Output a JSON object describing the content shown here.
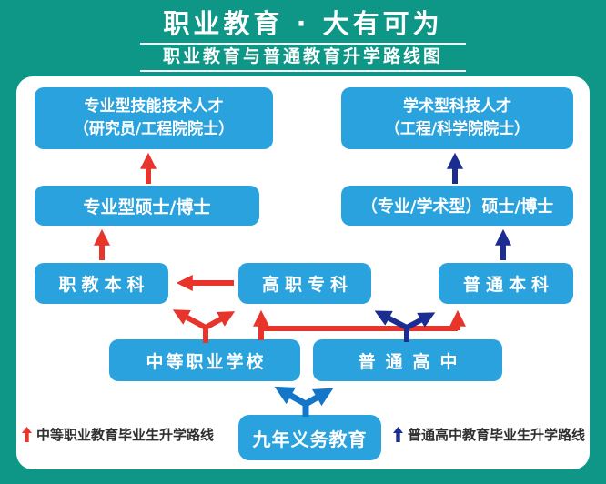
{
  "poster": {
    "title": "职业教育 · 大有可为",
    "subtitle": "职业教育与普通教育升学路线图"
  },
  "boxes": {
    "professional_talent": {
      "line1": "专业型技能技术人才",
      "line2": "（研究员/工程院院士）"
    },
    "academic_talent": {
      "line1": "学术型科技人才",
      "line2": "（工程/科学院院士）"
    },
    "professional_postgrad": {
      "label": "专业型硕士/博士"
    },
    "mixed_postgrad": {
      "label": "（专业/学术型）硕士/博士"
    },
    "vocational_undergraduate": {
      "label": "职教本科"
    },
    "higher_vocational_college": {
      "label": "高职专科"
    },
    "general_undergraduate": {
      "label": "普通本科"
    },
    "secondary_vocational_school": {
      "label": "中等职业学校"
    },
    "general_high_school": {
      "label": "普通高中"
    },
    "nine_year_compulsory": {
      "label": "九年义务教育"
    }
  },
  "legend": {
    "vocational_route": {
      "icon": "up-arrow-icon",
      "label": "中等职业教育毕业生升学路线"
    },
    "general_route": {
      "icon": "up-arrow-icon",
      "label": "普通高中教育毕业生升学路线"
    }
  },
  "colors": {
    "background_teal": "#0E9687",
    "panel_white": "#FFFFFF",
    "box_blue": "#2AA2DD",
    "vocational_route_red": "#E8352B",
    "general_route_navy": "#1C2D92",
    "compulsory_route_blue": "#1376C8",
    "legend_text": "#2F2F2F"
  }
}
